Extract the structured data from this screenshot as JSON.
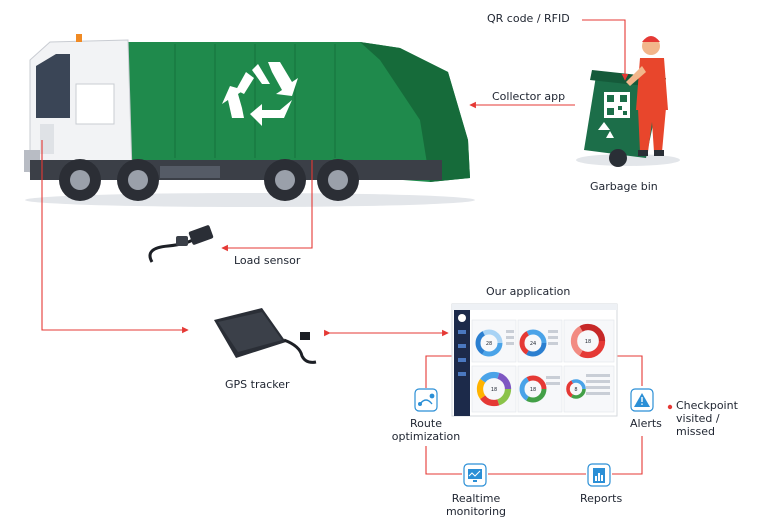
{
  "labels": {
    "qr_rfid": "QR code / RFID",
    "collector_app": "Collector app",
    "garbage_bin": "Garbage bin",
    "load_sensor": "Load sensor",
    "gps_tracker": "GPS tracker",
    "our_application": "Our application",
    "route_optimization": "Route optimization",
    "alerts": "Alerts",
    "checkpoint": "Checkpoint visited / missed",
    "realtime_monitoring": "Realtime monitoring",
    "reports": "Reports"
  },
  "dashboard": {
    "donut_values": [
      "28",
      "24",
      "18",
      "18",
      "18",
      "8"
    ]
  },
  "colors": {
    "truck_green": "#1f8a4c",
    "truck_green_dark": "#166b3a",
    "connector_red": "#e53935",
    "icon_blue": "#2b8fd6",
    "sidebar_navy": "#1c2a4a"
  }
}
